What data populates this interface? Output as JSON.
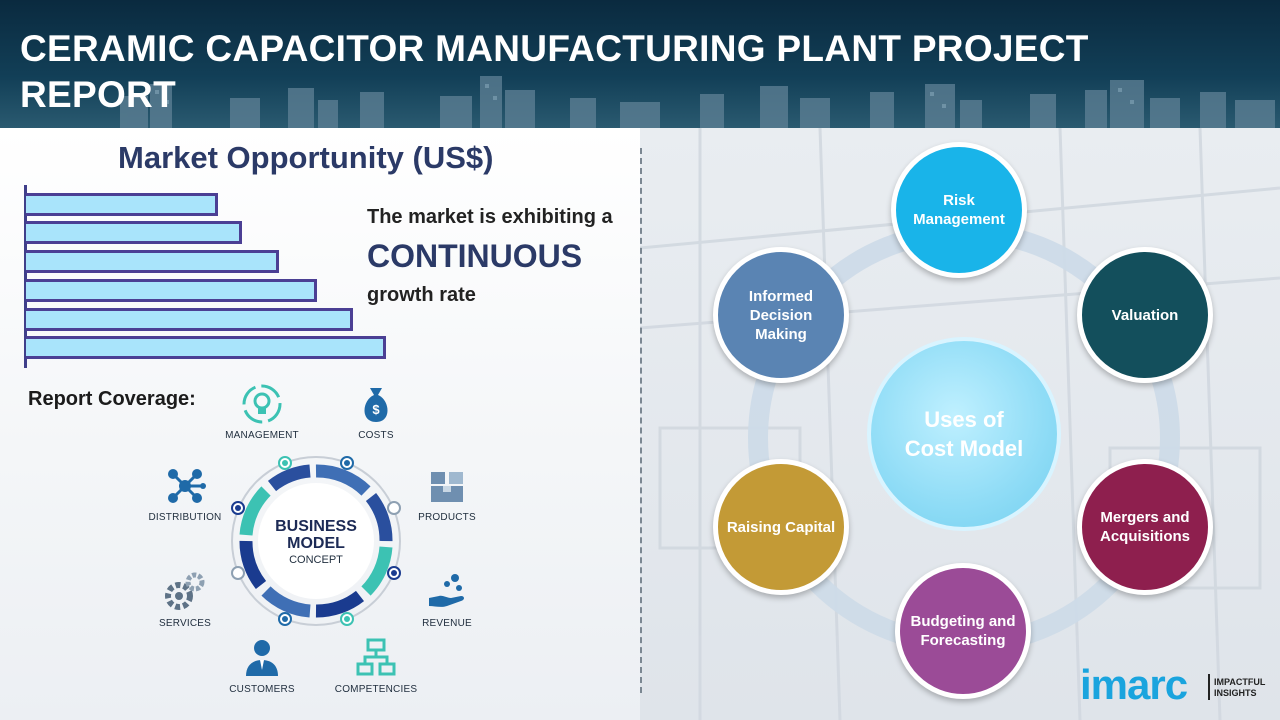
{
  "header": {
    "title": "CERAMIC CAPACITOR MANUFACTURING PLANT PROJECT REPORT"
  },
  "market": {
    "heading": "Market Opportunity (US$)",
    "text_line1": "The market is exhibiting a",
    "text_highlight": "CONTINUOUS",
    "text_line2": "growth rate",
    "bar_count": 6
  },
  "coverage": {
    "label": "Report Coverage:",
    "items": [
      {
        "label": "MANAGEMENT",
        "icon": "lightbulb-gear-icon"
      },
      {
        "label": "COSTS",
        "icon": "money-bag-icon"
      },
      {
        "label": "PRODUCTS",
        "icon": "boxes-icon"
      },
      {
        "label": "REVENUE",
        "icon": "hand-coins-icon"
      },
      {
        "label": "COMPETENCIES",
        "icon": "flowchart-icon"
      },
      {
        "label": "CUSTOMERS",
        "icon": "user-icon"
      },
      {
        "label": "SERVICES",
        "icon": "gears-icon"
      },
      {
        "label": "DISTRIBUTION",
        "icon": "network-icon"
      }
    ],
    "center_line1": "BUSINESS",
    "center_line2": "MODEL",
    "center_line3": "CONCEPT"
  },
  "cost_model": {
    "center_line1": "Uses of",
    "center_line2": "Cost Model",
    "nodes": [
      {
        "label": "Risk Management",
        "color": "#19b4e9"
      },
      {
        "label": "Valuation",
        "color": "#134f5c"
      },
      {
        "label": "Mergers and Acquisitions",
        "color": "#8e1f4e"
      },
      {
        "label": "Budgeting and Forecasting",
        "color": "#9b4b97"
      },
      {
        "label": "Raising Capital",
        "color": "#c39a36"
      },
      {
        "label": "Informed Decision Making",
        "color": "#5a84b3"
      }
    ]
  },
  "logo": {
    "word": "imarc",
    "tag_line1": "IMPACTFUL",
    "tag_line2": "INSIGHTS"
  },
  "colors": {
    "accent": "#1aa4de",
    "navy": "#2b3a67",
    "bar_fill": "#a9e4fb",
    "bar_border": "#4b3f94"
  }
}
